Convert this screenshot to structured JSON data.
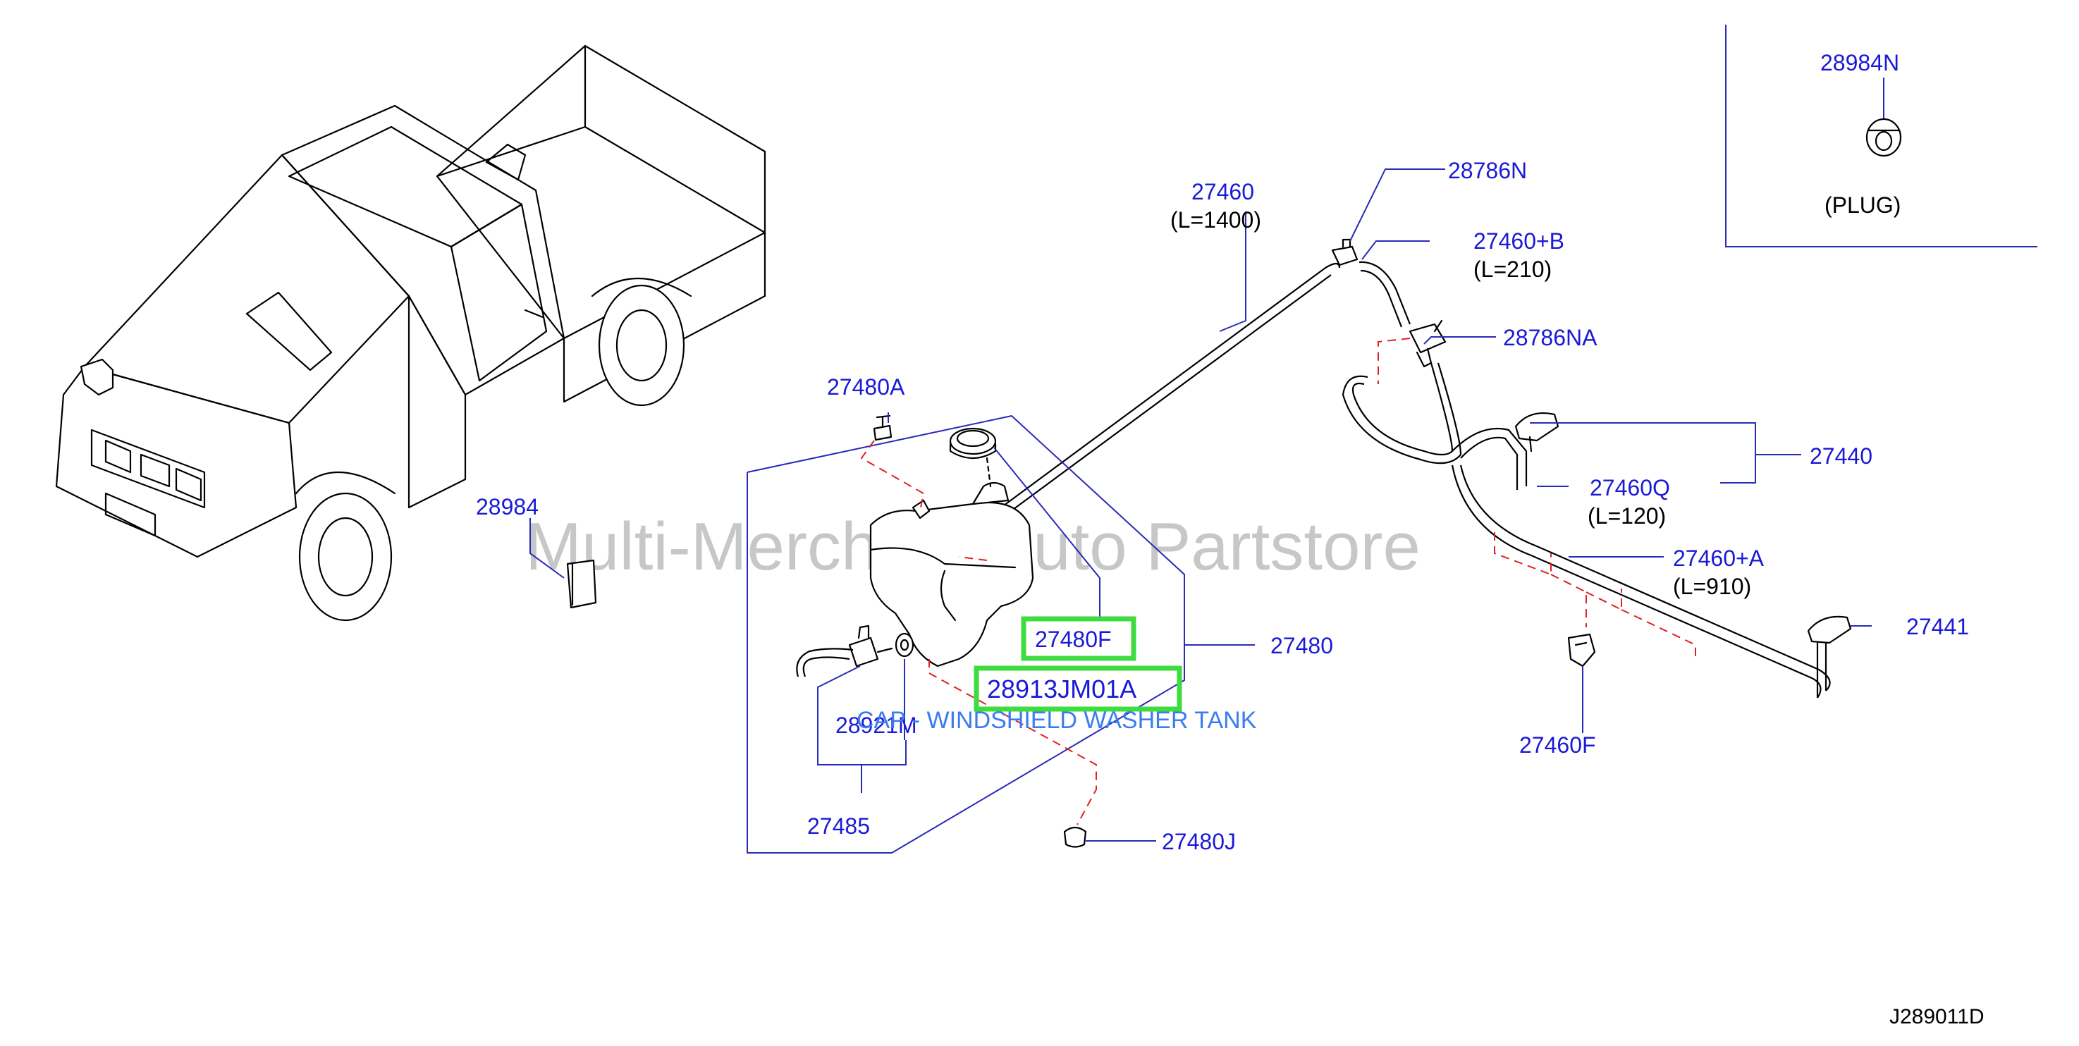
{
  "watermark": "Multi-Merchant Auto Partstore",
  "diagram_code": "J289011D",
  "description_label": "CAP - WINDSHIELD WASHER TANK",
  "labels": {
    "p28984N": "28984N",
    "plug": "(PLUG)",
    "p27460": "27460",
    "p27460_len": "(L=1400)",
    "p28786N": "28786N",
    "p27460B": "27460+B",
    "p27460B_len": "(L=210)",
    "p28786NA": "28786NA",
    "p27480A": "27480A",
    "p27440": "27440",
    "p27460Q": "27460Q",
    "p27460Q_len": "(L=120)",
    "p28984": "28984",
    "p27460A": "27460+A",
    "p27460A_len": "(L=910)",
    "p27441": "27441",
    "p27480F": "27480F",
    "p27480": "27480",
    "p28913JM01A": "28913JM01A",
    "p28921M": "28921M",
    "p27460F": "27460F",
    "p27485": "27485",
    "p27480J": "27480J"
  },
  "highlighted_parts": [
    "27480F",
    "28913JM01A"
  ],
  "colors": {
    "label": "#1a1ad6",
    "leader": "#2a2ab8",
    "dashed_guide": "#e02020",
    "highlight": "#3fdc3f",
    "watermark": "#9a9a9a"
  }
}
